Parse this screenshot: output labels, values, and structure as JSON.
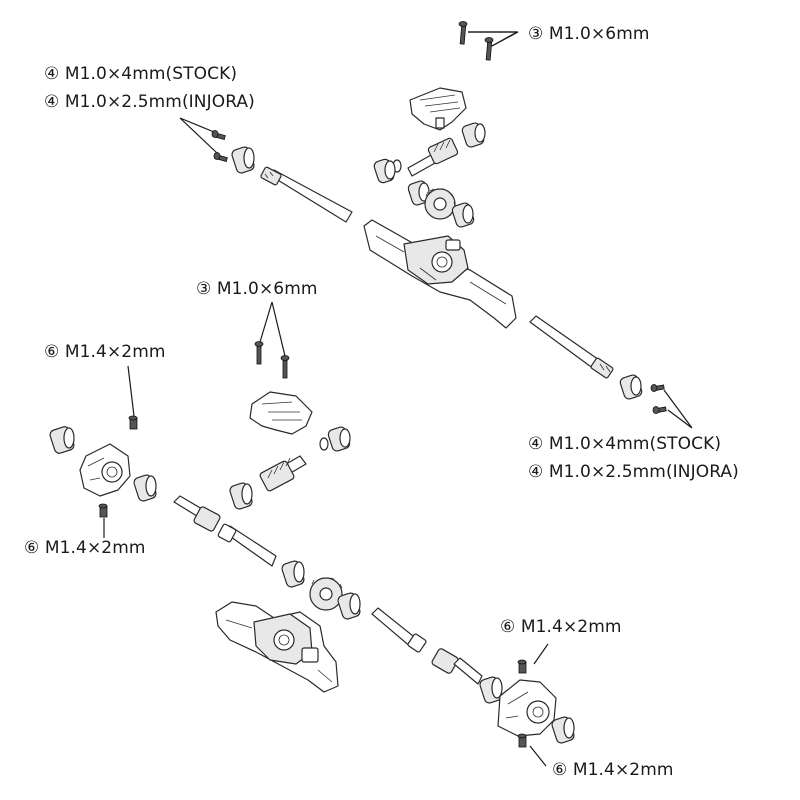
{
  "labels": {
    "top_m1_0x6": "③ M1.0×6mm",
    "top_left_stock": "④ M1.0×4mm(STOCK)",
    "top_left_injora": "④ M1.0×2.5mm(INJORA)",
    "mid_m1_0x6": "③ M1.0×6mm",
    "left_m1_4_upper": "⑥ M1.4×2mm",
    "right_stock": "④ M1.0×4mm(STOCK)",
    "right_injora": "④ M1.0×2.5mm(INJORA)",
    "left_m1_4_lower": "⑥ M1.4×2mm",
    "right_m1_4_upper": "⑥ M1.4×2mm",
    "right_m1_4_lower": "⑥ M1.4×2mm"
  }
}
